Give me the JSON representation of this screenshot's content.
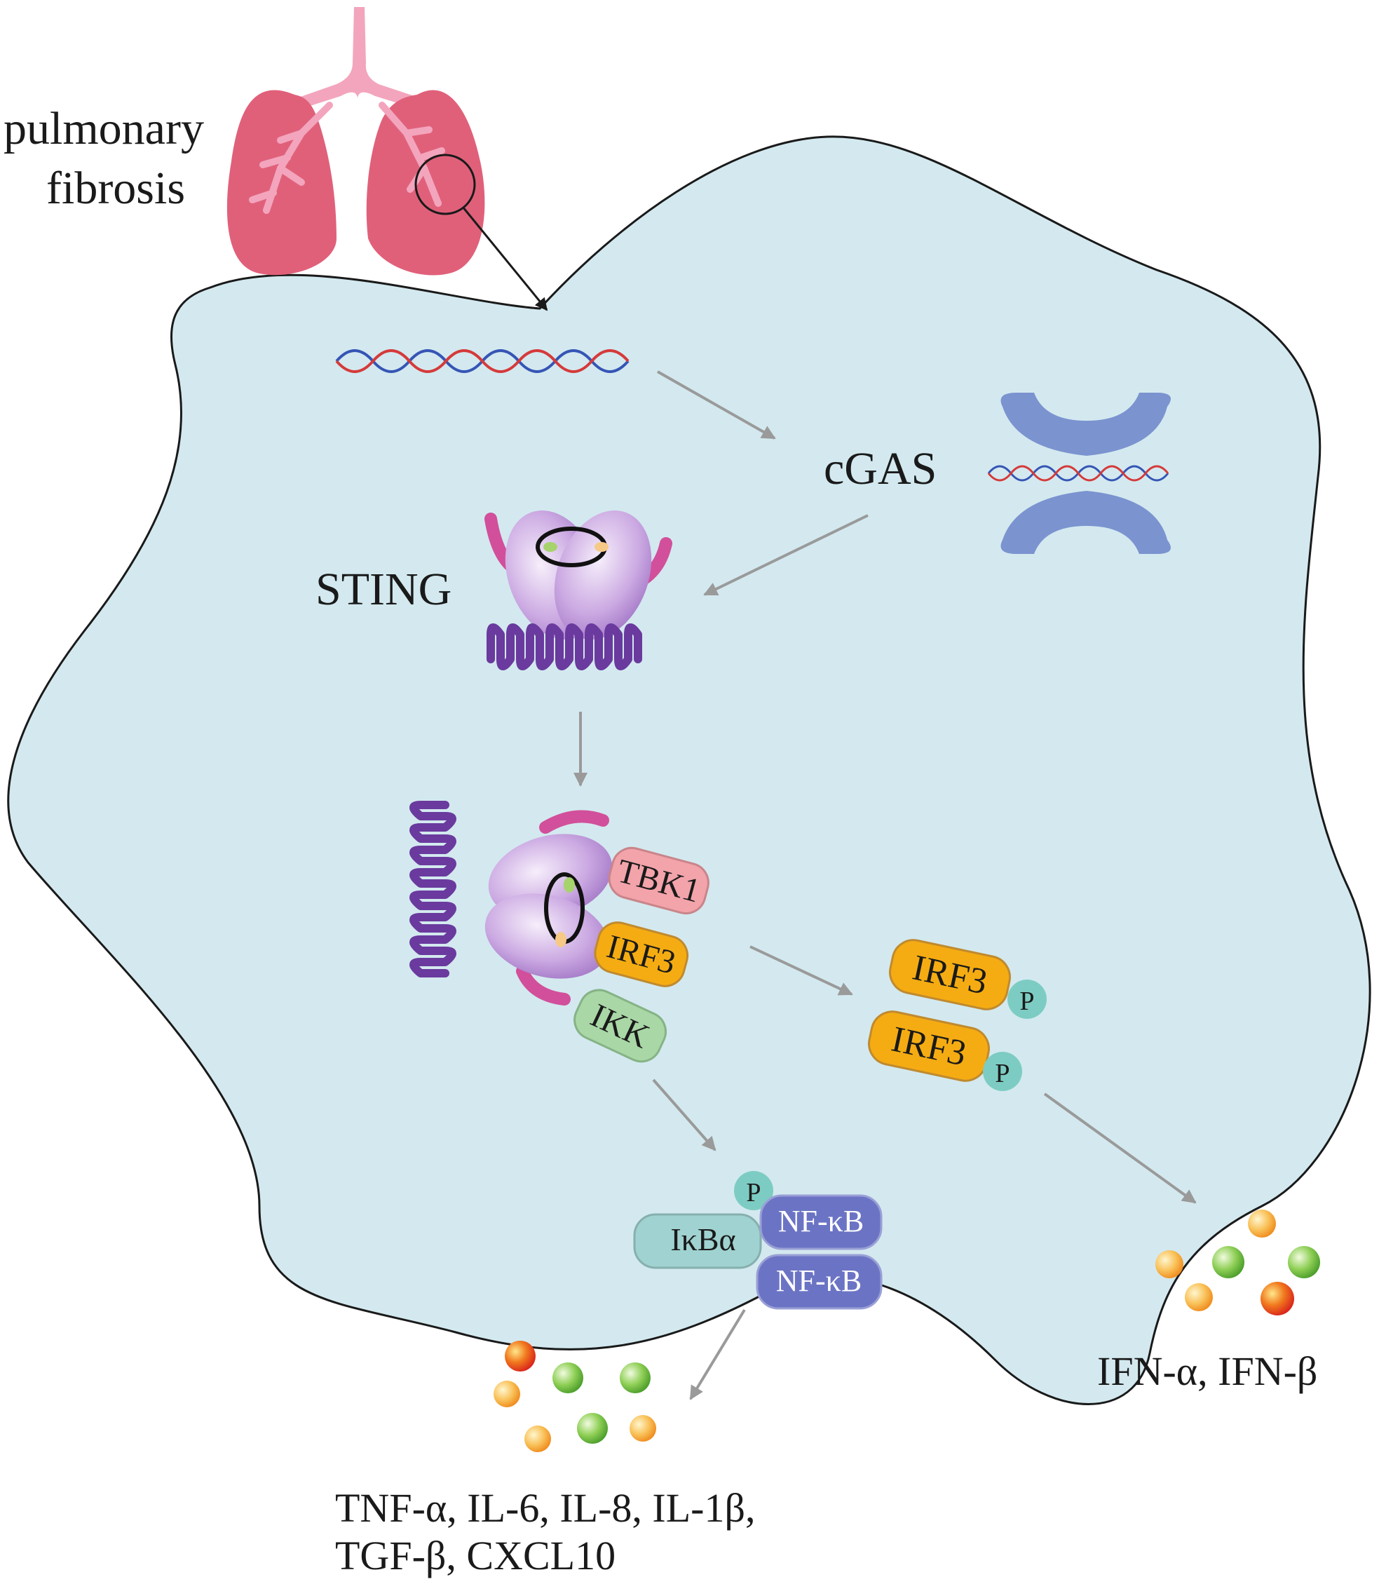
{
  "labels": {
    "organ_line1": "pulmonary",
    "organ_line2": "fibrosis",
    "cgas": "cGAS",
    "sting": "STING",
    "tbk1": "TBK1",
    "irf3": "IRF3",
    "ikk": "IKK",
    "irf3_p1": "IRF3",
    "irf3_p2": "IRF3",
    "phospho": "P",
    "ikba": "IκBα",
    "nfkb1": "NF-κB",
    "nfkb2": "NF-κB",
    "ifn_output": "IFN-α, IFN-β",
    "cytokines_line1": "TNF-α, IL-6, IL-8, IL-1β,",
    "cytokines_line2": "TGF-β, CXCL10"
  },
  "colors": {
    "cell_fill": "#d3e9ef",
    "lung": "#e0607a",
    "airway": "#f3a5bd",
    "cgas_protein": "#7b93cf",
    "sting_membrane": "#6a3a9e",
    "sting_body": "#c7a6de",
    "sting_arm": "#d24f9b",
    "tbk1": "#f3a3aa",
    "irf3": "#f5ac12",
    "ikk": "#a9d7a6",
    "phospho": "#7dccc3",
    "ikba": "#9fd2d0",
    "nfkb": "#6b74c4",
    "dna_red": "#d53a3a",
    "dna_blue": "#3555b5",
    "arrow": "#9a9a9a"
  }
}
